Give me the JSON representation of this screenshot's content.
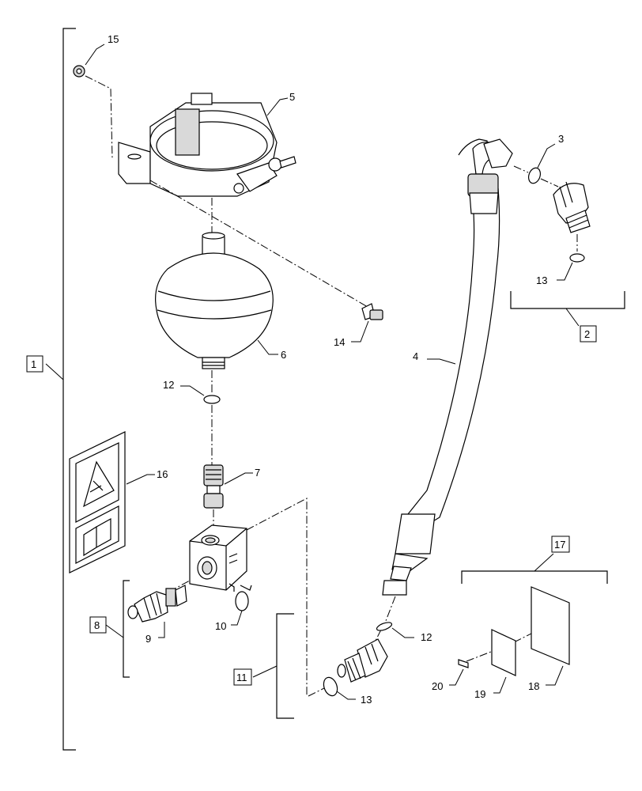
{
  "callouts": {
    "c1": "1",
    "c2": "2",
    "c3": "3",
    "c4": "4",
    "c5": "5",
    "c6": "6",
    "c7": "7",
    "c8": "8",
    "c9": "9",
    "c10": "10",
    "c11": "11",
    "c12a": "12",
    "c12b": "12",
    "c13a": "13",
    "c13b": "13",
    "c14": "14",
    "c15": "15",
    "c16": "16",
    "c17": "17",
    "c18": "18",
    "c19": "19",
    "c20": "20"
  },
  "colors": {
    "line": "#000000",
    "shade": "#d9d9d9",
    "background": "#ffffff"
  }
}
